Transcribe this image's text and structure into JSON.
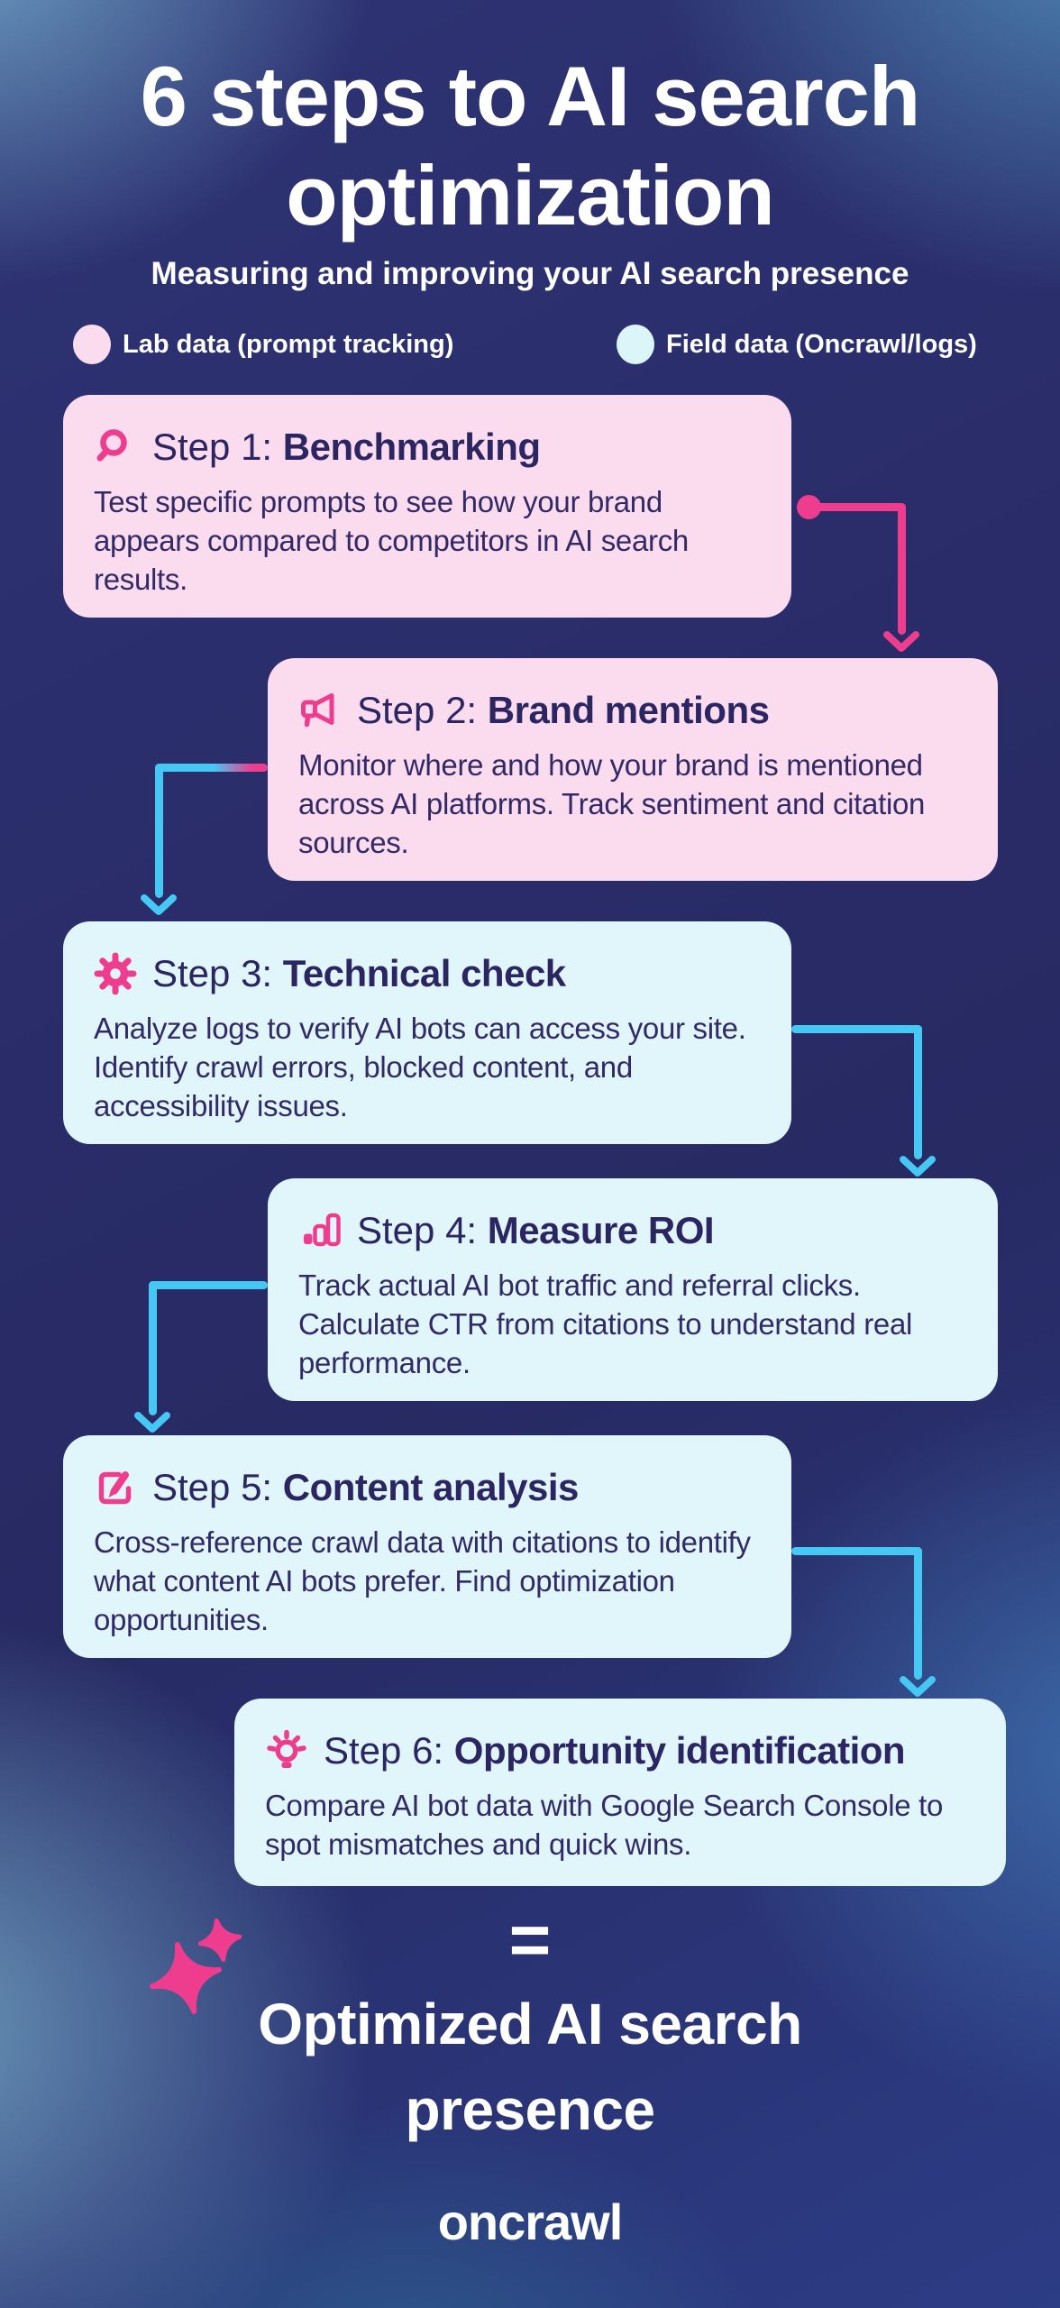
{
  "colors": {
    "background_base": "#272a63",
    "card_pink": "#fbdcef",
    "card_cyan": "#e1f6fa",
    "accent_pink": "#ee3d8e",
    "accent_cyan": "#45c8f4",
    "text_navy": "#2b2562",
    "text_white": "#ffffff"
  },
  "header": {
    "title_line1": "6 steps to AI search",
    "title_line2": "optimization",
    "subtitle": "Measuring and improving your AI search presence"
  },
  "legend": {
    "lab": {
      "label": "Lab data (prompt tracking)",
      "dot_color": "#fbdcef"
    },
    "field": {
      "label": "Field data (Oncrawl/logs)",
      "dot_color": "#dcf5f9"
    }
  },
  "steps": [
    {
      "prefix": "Step 1:",
      "name": "Benchmarking",
      "description": "Test specific prompts to see how your brand appears compared to competitors in AI search results.",
      "icon": "magnifier-icon",
      "data_type": "lab"
    },
    {
      "prefix": "Step 2:",
      "name": "Brand mentions",
      "description": "Monitor where and how your brand is mentioned across AI platforms. Track sentiment and citation sources.",
      "icon": "megaphone-icon",
      "data_type": "lab"
    },
    {
      "prefix": "Step 3:",
      "name": "Technical check",
      "description": "Analyze logs to verify AI bots can access your site. Identify crawl errors, blocked content, and accessibility issues.",
      "icon": "gear-icon",
      "data_type": "field"
    },
    {
      "prefix": "Step 4:",
      "name": "Measure ROI",
      "description": "Track actual AI bot traffic and referral clicks. Calculate CTR from citations to understand real performance.",
      "icon": "bar-chart-icon",
      "data_type": "field"
    },
    {
      "prefix": "Step 5:",
      "name": "Content analysis",
      "description": "Cross-reference crawl data with citations to identify what content AI bots prefer. Find optimization opportunities.",
      "icon": "edit-icon",
      "data_type": "field"
    },
    {
      "prefix": "Step 6:",
      "name": "Opportunity identification",
      "description": "Compare AI bot data with Google Search Console to spot mismatches and quick wins.",
      "icon": "lightbulb-icon",
      "data_type": "field"
    }
  ],
  "result": {
    "equals": "=",
    "line1": "Optimized AI search",
    "line2": "presence"
  },
  "footer": {
    "brand": "oncrawl"
  }
}
